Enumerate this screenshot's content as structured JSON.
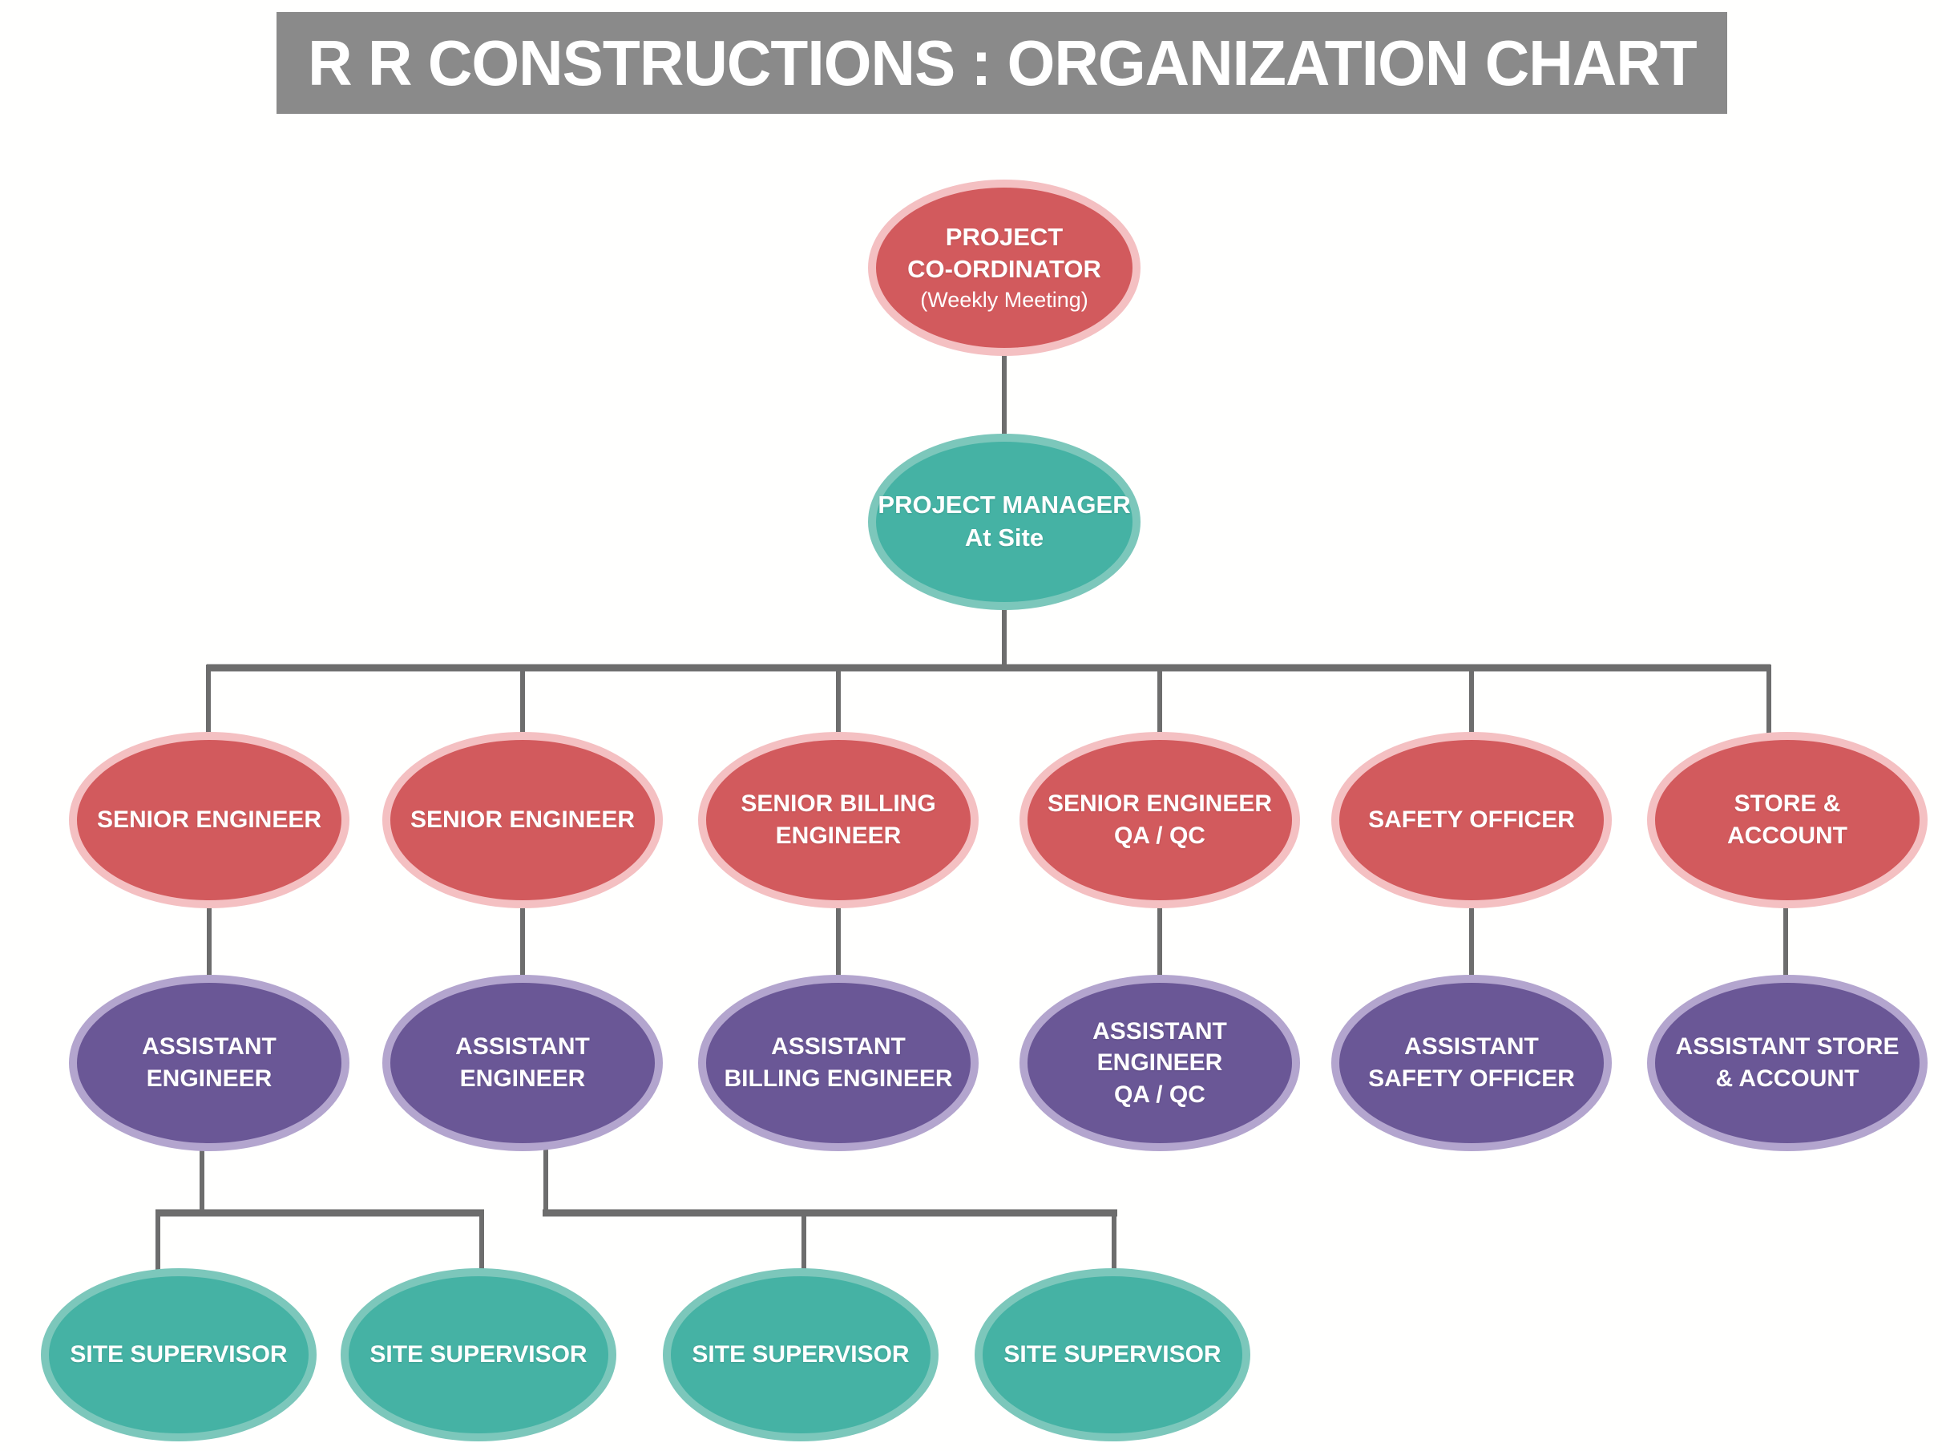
{
  "title": "R R CONSTRUCTIONS : ORGANIZATION CHART",
  "palette": {
    "title_bar_gray": "#8a8a8a",
    "red_fill": "#d25a5d",
    "red_border": "#f4c0c2",
    "teal_fill": "#45b2a4",
    "teal_border": "#7cc7bb",
    "purple_fill": "#6a5796",
    "purple_border": "#b3a5ce",
    "connector_gray": "#6d6d6d",
    "text_white": "#ffffff",
    "background": "#fffffe"
  },
  "org": {
    "coordinator": {
      "label": "PROJECT\nCO-ORDINATOR",
      "subtitle": "(Weekly Meeting)"
    },
    "manager": {
      "label": "PROJECT MANAGER\nAt Site"
    },
    "seniors": [
      {
        "label": "SENIOR ENGINEER"
      },
      {
        "label": "SENIOR ENGINEER"
      },
      {
        "label": "SENIOR BILLING\nENGINEER"
      },
      {
        "label": "SENIOR ENGINEER\nQA / QC"
      },
      {
        "label": "SAFETY OFFICER"
      },
      {
        "label": "STORE &\nACCOUNT"
      }
    ],
    "assistants": [
      {
        "label": "ASSISTANT\nENGINEER"
      },
      {
        "label": "ASSISTANT\nENGINEER"
      },
      {
        "label": "ASSISTANT\nBILLING ENGINEER"
      },
      {
        "label": "ASSISTANT\nENGINEER\nQA / QC"
      },
      {
        "label": "ASSISTANT\nSAFETY OFFICER"
      },
      {
        "label": "ASSISTANT STORE\n& ACCOUNT"
      }
    ],
    "supervisors": [
      {
        "label": "SITE SUPERVISOR"
      },
      {
        "label": "SITE SUPERVISOR"
      },
      {
        "label": "SITE SUPERVISOR"
      },
      {
        "label": "SITE SUPERVISOR"
      }
    ]
  }
}
